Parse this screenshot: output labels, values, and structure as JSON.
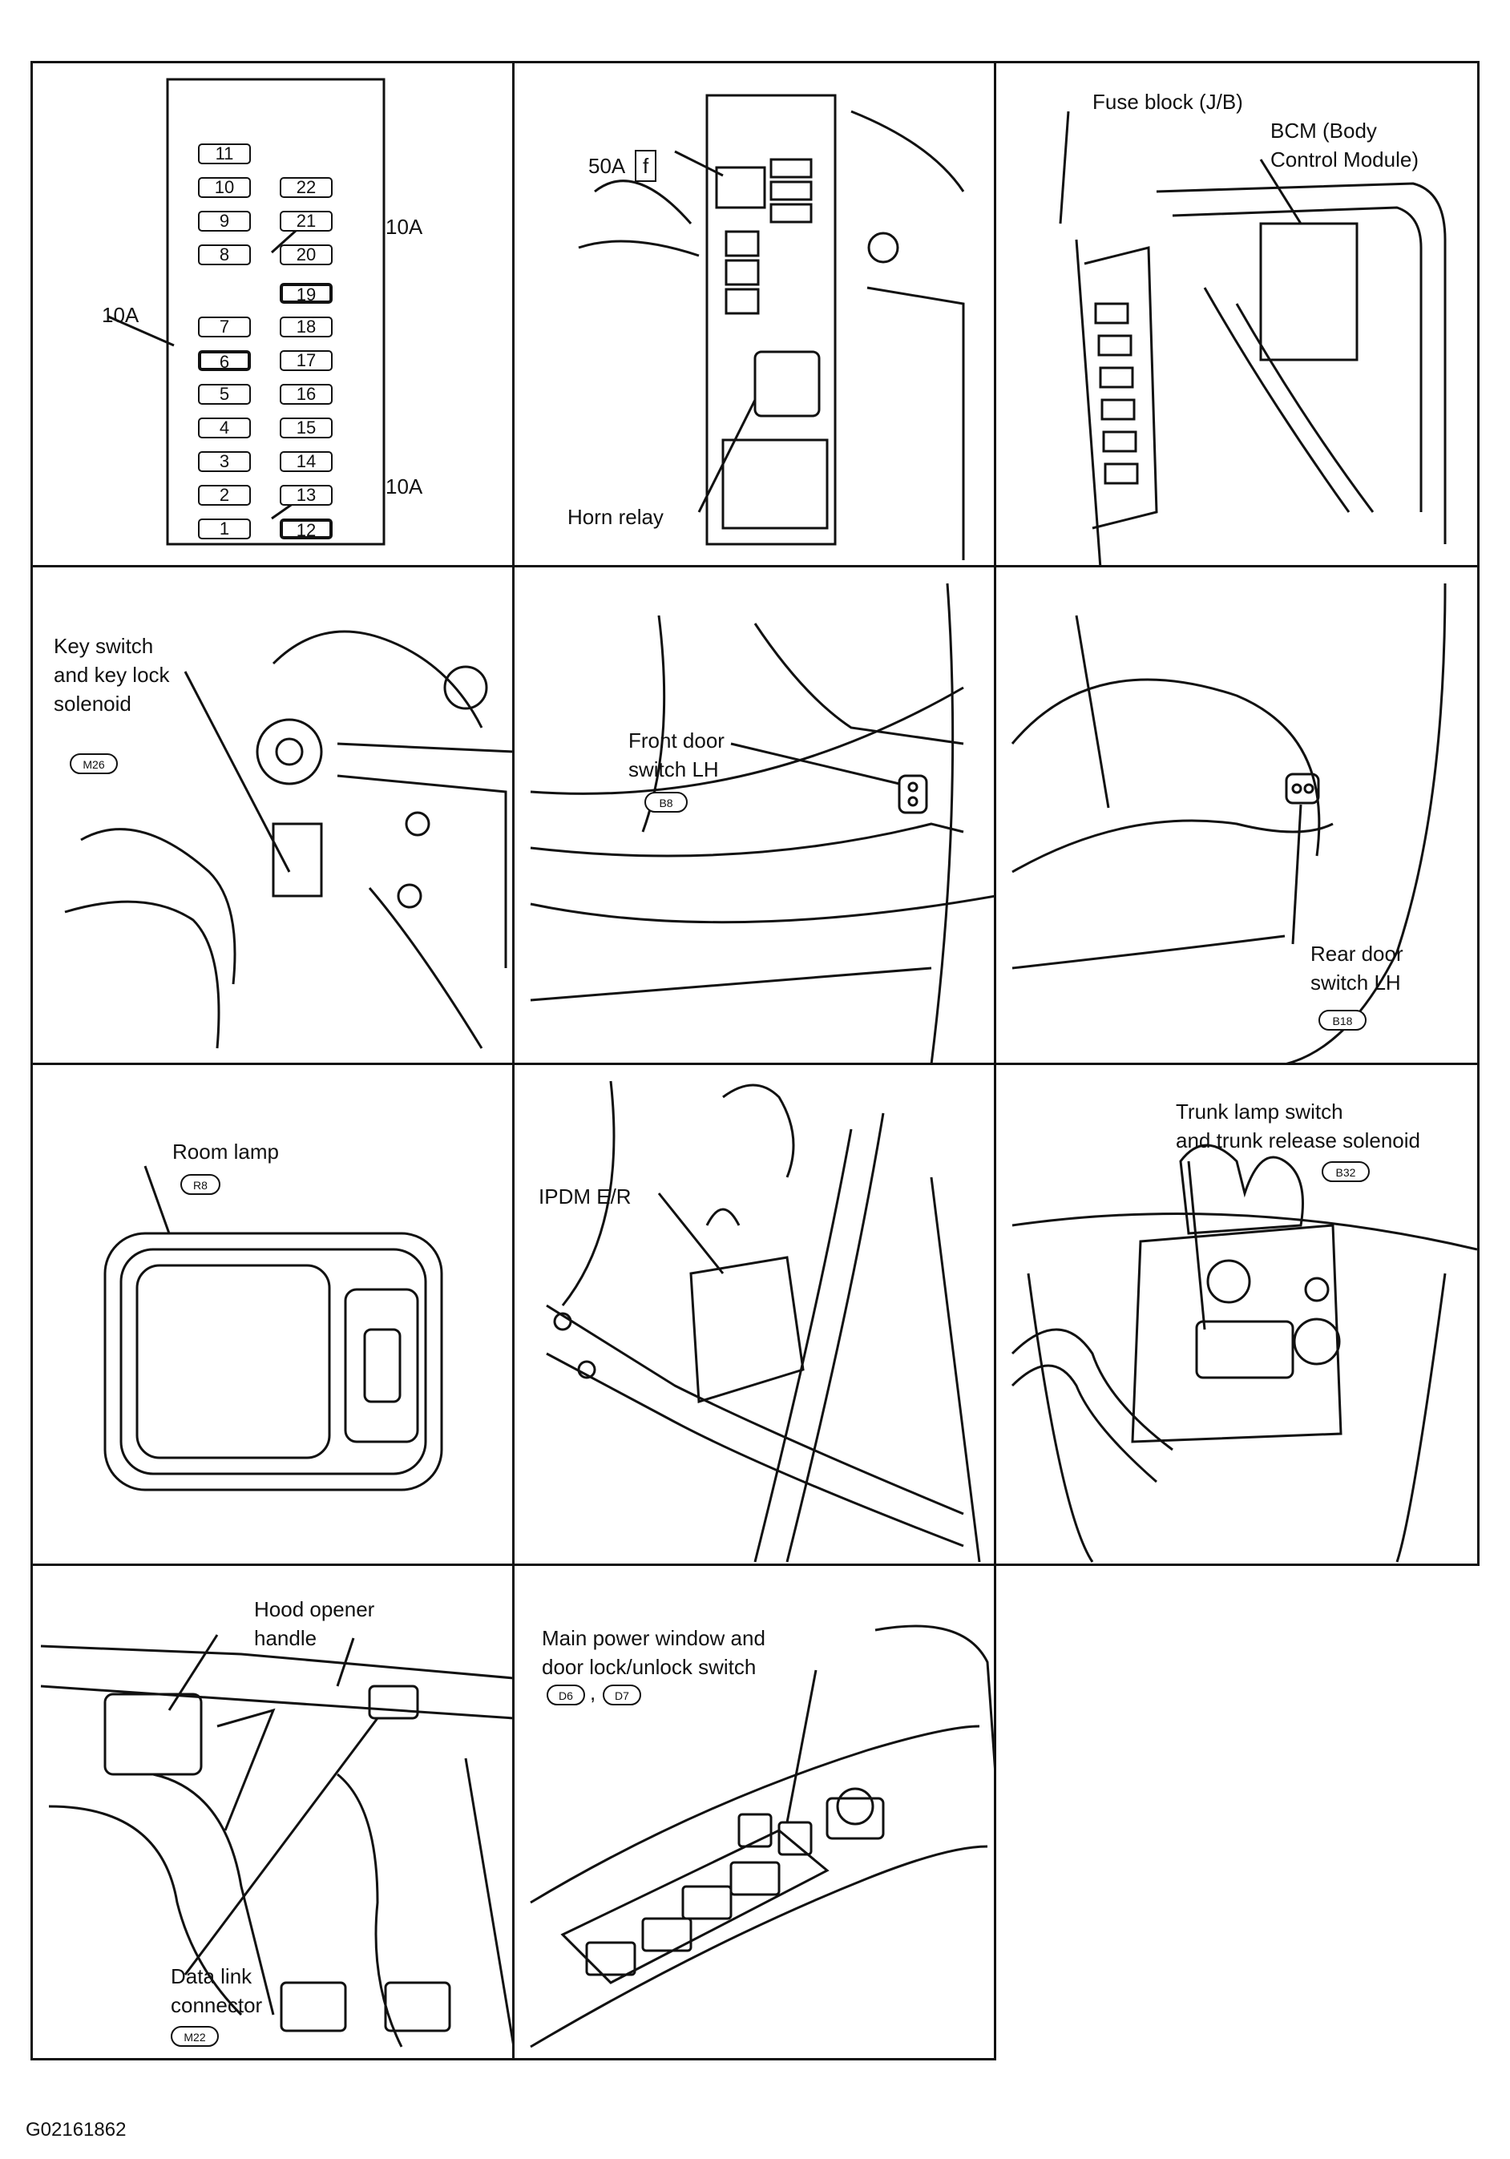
{
  "fuse_panel": {
    "fuses_left": [
      "11",
      "10",
      "9",
      "8",
      "7",
      "6",
      "5",
      "4",
      "3",
      "2",
      "1"
    ],
    "fuses_right": [
      "22",
      "21",
      "20",
      "19",
      "18",
      "17",
      "16",
      "15",
      "14",
      "13",
      "12"
    ],
    "callout_19": "10A",
    "callout_6": "10A",
    "callout_12": "10A"
  },
  "engine_box": {
    "fuse_label": "50A",
    "fuse_letter": "f",
    "horn_relay": "Horn relay"
  },
  "fuse_block": {
    "label": "Fuse block (J/B)",
    "bcm": "BCM (Body\nControl Module)"
  },
  "key_switch": {
    "label": "Key switch\nand key lock\nsolenoid",
    "connector": "M26"
  },
  "front_door": {
    "label": "Front door\nswitch LH",
    "connector": "B8"
  },
  "rear_door": {
    "label": "Rear door\nswitch LH",
    "connector": "B18"
  },
  "room_lamp": {
    "label": "Room lamp",
    "connector": "R8"
  },
  "ipdm": {
    "label": "IPDM E/R"
  },
  "trunk": {
    "label": "Trunk lamp switch\nand trunk release solenoid",
    "connector": "B32"
  },
  "hood": {
    "label": "Hood opener\nhandle",
    "dlc_label": "Data link\nconnector",
    "connector": "M22"
  },
  "power_window": {
    "label": "Main power window and\ndoor lock/unlock switch",
    "connector_a": "D6",
    "connector_b": "D7",
    "separator": ","
  },
  "figure_code": "G02161862"
}
